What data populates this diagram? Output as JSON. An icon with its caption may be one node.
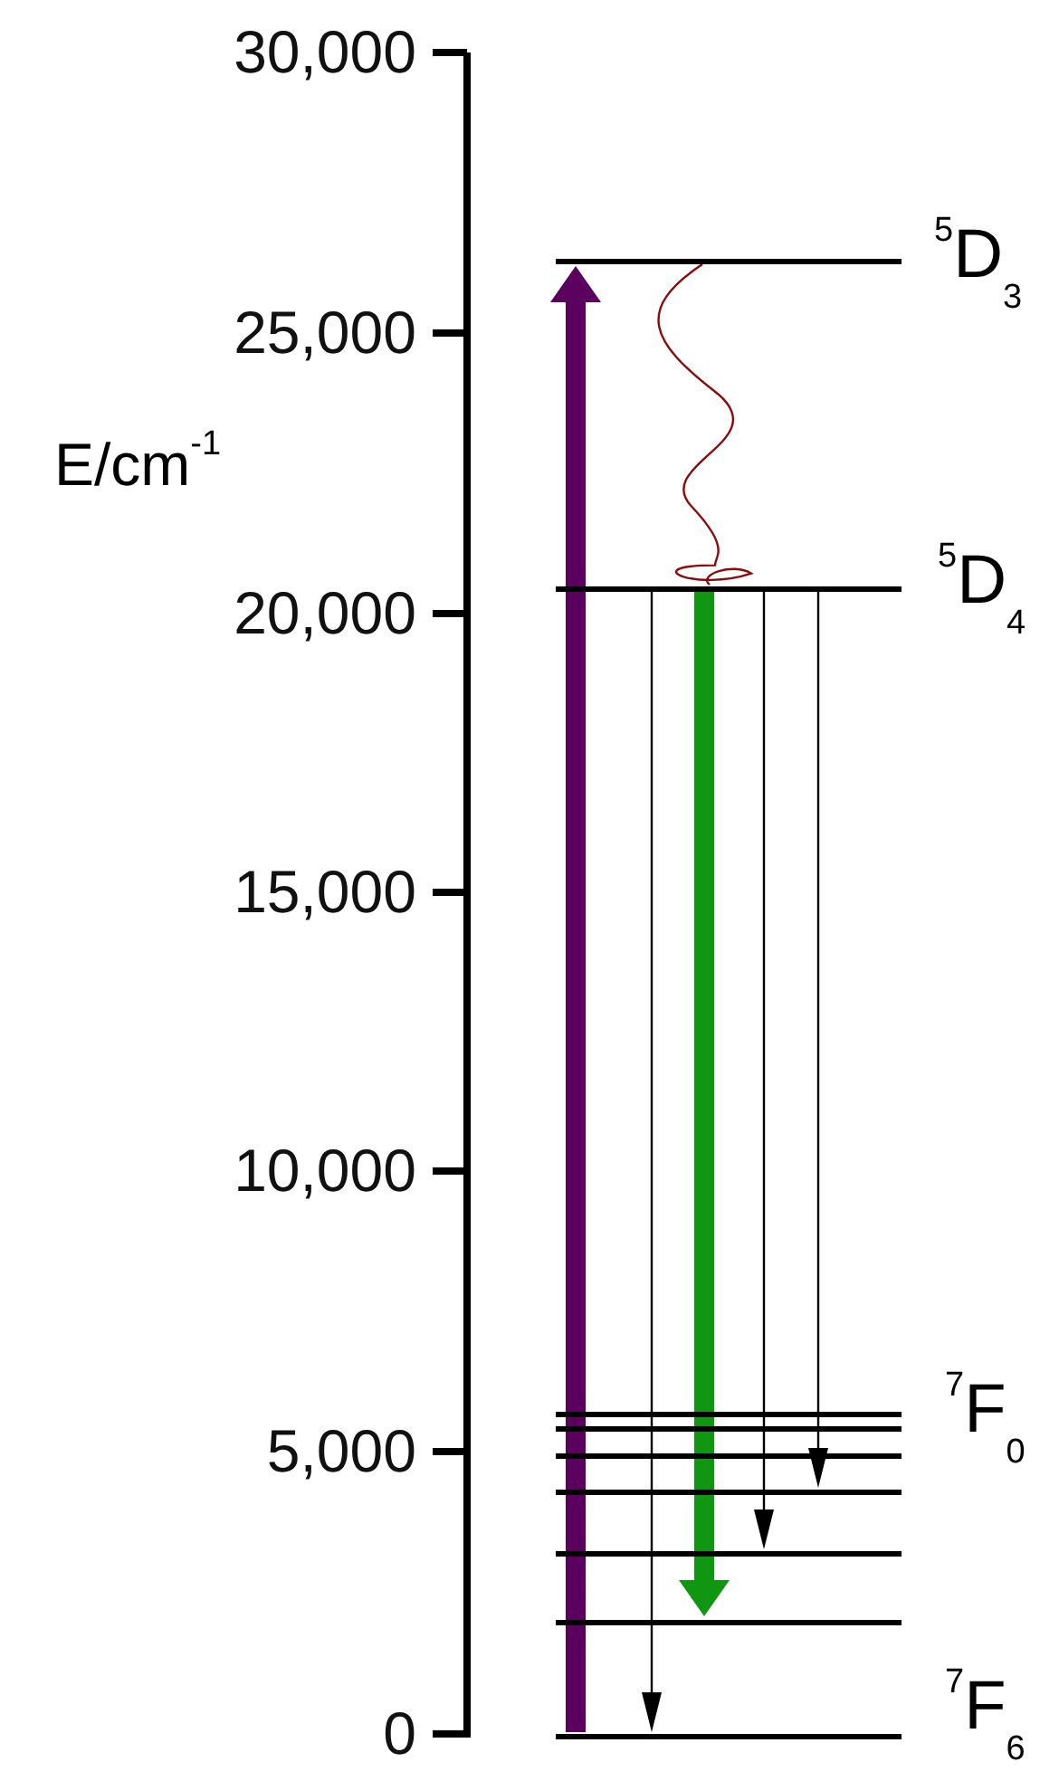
{
  "diagram": {
    "nodes": [
      {
        "text": [],
        "shape": "bar",
        "beside": [
          "$^{5}$D$_{3}$"
        ]
      },
      {
        "text": [],
        "shape": "bar",
        "beside": [
          "$^{5}$D$_{4}$"
        ]
      },
      {
        "text": [],
        "shape": "bar",
        "beside": [
          "$^{7}$F$_{0}$"
        ]
      },
      {
        "text": [],
        "shape": "bar"
      },
      {
        "text": [],
        "shape": "bar"
      },
      {
        "text": [],
        "shape": "bar"
      },
      {
        "text": [],
        "shape": "bar"
      },
      {
        "text": [],
        "shape": "bar"
      },
      {
        "text": [],
        "shape": "bar",
        "beside": [
          "$^{7}$F$_{6}$"
        ]
      }
    ],
    "edges": [
      {
        "from": 8,
        "to": 0,
        "arrow": "to",
        "style": "thick",
        "color": "#5c0060"
      },
      {
        "from": 0,
        "to": 1,
        "arrow": "none",
        "color": "#8b0a0a"
      },
      {
        "from": 1,
        "to": 7,
        "arrow": "to",
        "style": "thick",
        "color": "#119611"
      },
      {
        "from": 1,
        "to": 8,
        "arrow": "to"
      },
      {
        "from": 1,
        "to": 6,
        "arrow": "to"
      },
      {
        "from": 1,
        "to": 5,
        "arrow": "to"
      }
    ],
    "labels": [
      "30,000",
      "25,000",
      "E/cm$^{-1}$",
      "20,000",
      "15,000",
      "10,000",
      "5,000",
      "0"
    ]
  }
}
